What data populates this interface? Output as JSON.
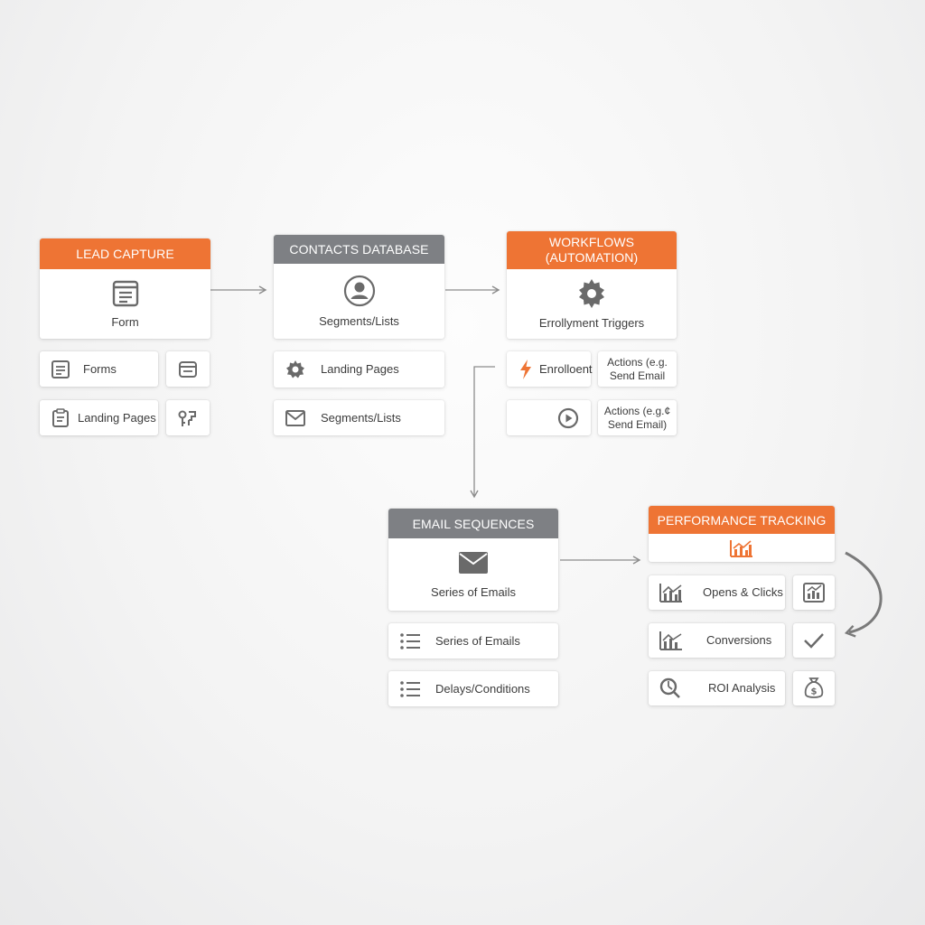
{
  "colors": {
    "accent_orange": "#ee7434",
    "header_gray": "#7e8084",
    "icon_gray": "#6a6a6a",
    "connector_gray": "#8c8c8c"
  },
  "lead_capture": {
    "title": "LEAD CAPTURE",
    "icon": "form-icon",
    "subtitle": "Form",
    "items": [
      {
        "label": "Forms",
        "icon": "form-icon"
      },
      {
        "icon": "browser-window-icon"
      },
      {
        "label": "Landing Pages",
        "icon": "clipboard-icon"
      },
      {
        "icon": "settings-key-icon"
      }
    ]
  },
  "contacts_database": {
    "title": "CONTACTS DATABASE",
    "icon": "user-circle-icon",
    "subtitle": "Segments/Lists",
    "items": [
      {
        "label": "Landing Pages",
        "icon": "gear-icon"
      },
      {
        "label": "Segments/Lists",
        "icon": "envelope-icon"
      }
    ]
  },
  "workflows": {
    "title_line1": "WORKFLOWS",
    "title_line2": "(AUTOMATION)",
    "icon": "gear-icon",
    "subtitle": "Errollyment Triggers",
    "items": [
      {
        "label": "Enrolloent",
        "icon": "lightning-icon"
      },
      {
        "label_line1": "Actions (e.g.",
        "label_line2": "Send Email"
      },
      {
        "icon": "play-icon"
      },
      {
        "label_line1": "Actions (e.g.¢",
        "label_line2": "Send Email)"
      }
    ]
  },
  "email_sequences": {
    "title": "EMAIL SEQUENCES",
    "icon": "envelope-icon",
    "subtitle": "Series of Emails",
    "items": [
      {
        "label": "Series of Emails",
        "icon": "list-icon"
      },
      {
        "label": "Delays/Conditions",
        "icon": "list-icon"
      }
    ]
  },
  "performance_tracking": {
    "title": "PERFORMANCE TRACKING",
    "icon": "bar-chart-icon",
    "items": [
      {
        "label": "Opens & Clicks",
        "icon": "line-chart-icon"
      },
      {
        "icon": "framed-chart-icon"
      },
      {
        "label": "Conversions",
        "icon": "line-chart-icon"
      },
      {
        "icon": "checkmark-icon"
      },
      {
        "label": "ROI Analysis",
        "icon": "magnifier-icon"
      },
      {
        "icon": "money-bag-icon"
      }
    ]
  }
}
